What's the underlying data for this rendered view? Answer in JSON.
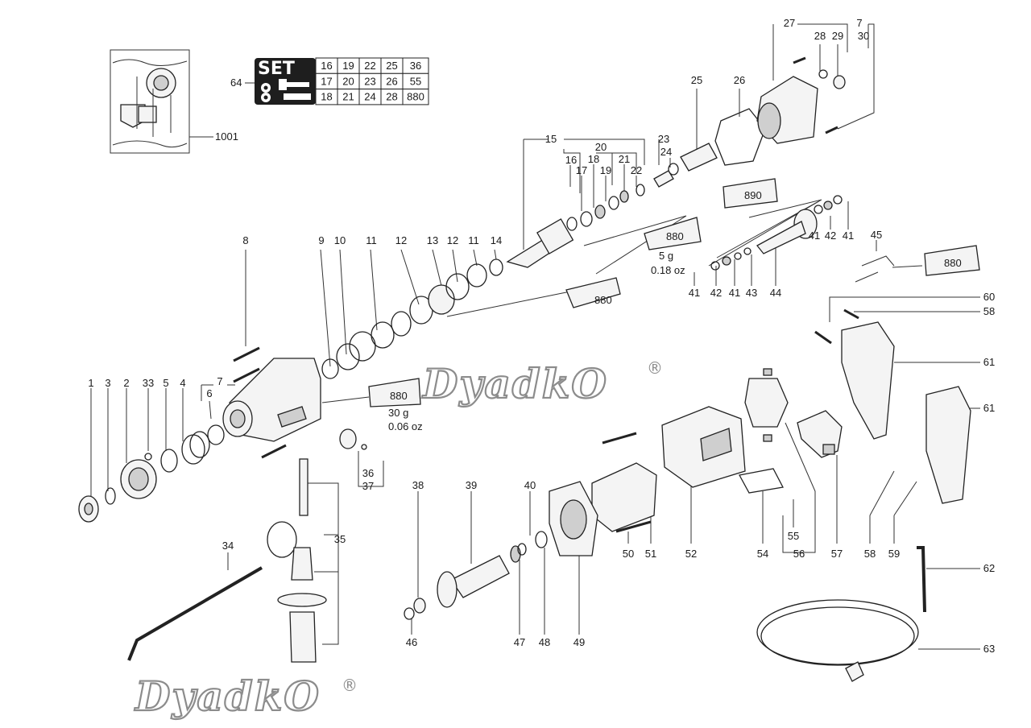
{
  "watermark": {
    "text": "DyadkO",
    "mark": "®"
  },
  "set_kit": {
    "callout": "64",
    "title": "SET",
    "rows": [
      [
        "16",
        "19",
        "22",
        "25",
        "36"
      ],
      [
        "17",
        "20",
        "23",
        "26",
        "55"
      ],
      [
        "18",
        "21",
        "24",
        "28",
        "880"
      ]
    ]
  },
  "inset": {
    "callout": "1001"
  },
  "grease_tubes": [
    {
      "code": "880",
      "amount": "",
      "amount_alt": ""
    },
    {
      "code": "880",
      "amount": "5 g",
      "amount_alt": "0.18 oz"
    },
    {
      "code": "880",
      "amount": "30 g",
      "amount_alt": "0.06 oz"
    },
    {
      "code": "890",
      "amount": "",
      "amount_alt": ""
    },
    {
      "code": "880",
      "amount": "",
      "amount_alt": ""
    }
  ],
  "callouts": [
    "1",
    "3",
    "2",
    "33",
    "5",
    "4",
    "7",
    "6",
    "8",
    "9",
    "10",
    "11",
    "12",
    "13",
    "12",
    "11",
    "14",
    "15",
    "16",
    "17",
    "18",
    "19",
    "20",
    "21",
    "22",
    "23",
    "24",
    "25",
    "26",
    "27",
    "28",
    "29",
    "7",
    "30",
    "41",
    "42",
    "41",
    "41",
    "42",
    "41",
    "43",
    "44",
    "45",
    "60",
    "58",
    "61",
    "61",
    "36",
    "37",
    "38",
    "39",
    "40",
    "46",
    "47",
    "48",
    "49",
    "50",
    "51",
    "52",
    "54",
    "55",
    "56",
    "57",
    "58",
    "59",
    "62",
    "63",
    "34",
    "35"
  ]
}
